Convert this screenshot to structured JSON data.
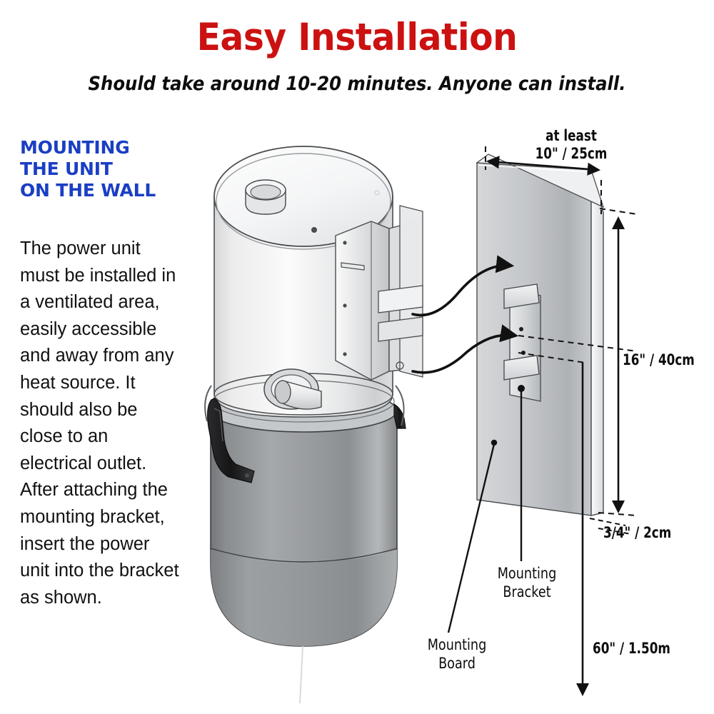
{
  "header": {
    "title": "Easy Installation",
    "subtitle": "Should take around 10-20 minutes. Anyone can install."
  },
  "sidebar": {
    "heading_lines": [
      "MOUNTING",
      "THE UNIT",
      "ON THE WALL"
    ],
    "body": "The power unit must be installed in a ventilated area, easily accessible and away from any heat source. It should also be close to an electrical outlet. After attaching the mounting bracket, insert the power unit into the bracket as shown."
  },
  "diagram": {
    "dimensions": {
      "width_prefix": "at least",
      "width_value": "10\" / 25cm",
      "height_value": "16\" / 40cm",
      "thickness_value": "3/4\" / 2cm",
      "floor_value": "60\" / 1.50m"
    },
    "callouts": {
      "bracket_line1": "Mounting",
      "bracket_line2": "Bracket",
      "board_line1": "Mounting",
      "board_line2": "Board"
    }
  },
  "colors": {
    "title_red": "#cc1111",
    "heading_blue": "#1a3fc4",
    "body_black": "#111111",
    "unit_upper": "#e9e9e9",
    "unit_lower": "#8d8f92",
    "board_face": "#b9bcbf",
    "line": "#1a1a1a"
  }
}
